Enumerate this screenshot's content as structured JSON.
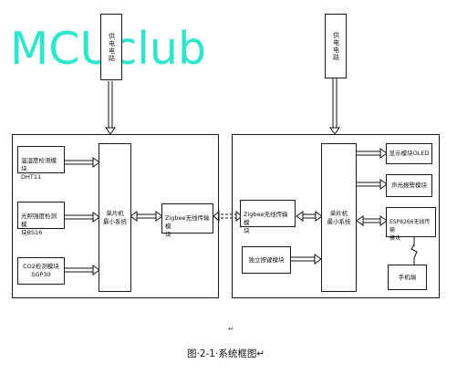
{
  "watermark": "MCUclub",
  "left": {
    "power": "供电电路",
    "sensor1": "温湿度检测模块\nDHT11",
    "sensor2": "光照强度检测模\n块BS16",
    "sensor3": "CO2检测模块\nSGP30",
    "mcu": "单片机\n最小系统",
    "zigbee": "Zigbee无线传输模\n块"
  },
  "right": {
    "power": "供电电路",
    "zigbee": "Zigbee无线传输模\n块",
    "keys": "独立按键模块",
    "mcu": "单片机\n最小系统",
    "display": "显示模块OLED",
    "alarm": "声光报警模块",
    "esp": "ESP8266无线传输\n模块",
    "phone": "手机端"
  },
  "pilcrow": "↵",
  "caption": "图·2-1·系统框图↵"
}
